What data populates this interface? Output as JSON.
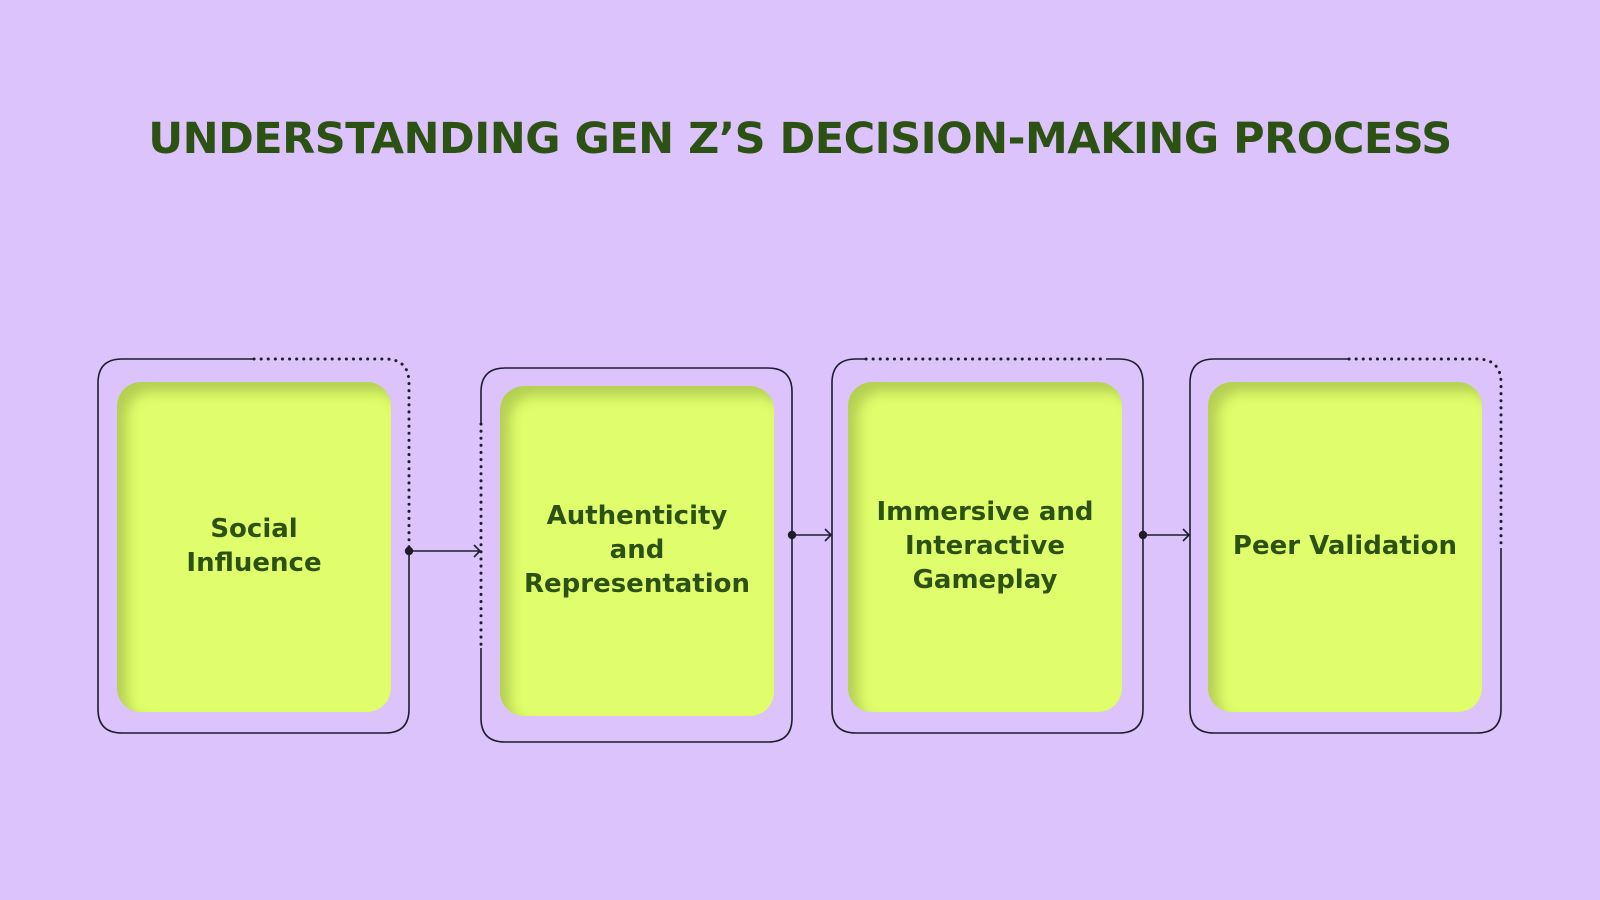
{
  "title": "UNDERSTANDING GEN Z’S DECISION-MAKING PROCESS",
  "colors": {
    "background": "#dcc3fb",
    "card": "#e0fd6b",
    "text": "#2c5213",
    "line": "#1d1d2b"
  },
  "steps": [
    {
      "label": "Social Influence"
    },
    {
      "label": "Authenticity and Representation"
    },
    {
      "label": "Immersive and Interactive Gameplay"
    },
    {
      "label": "Peer Validation"
    }
  ]
}
